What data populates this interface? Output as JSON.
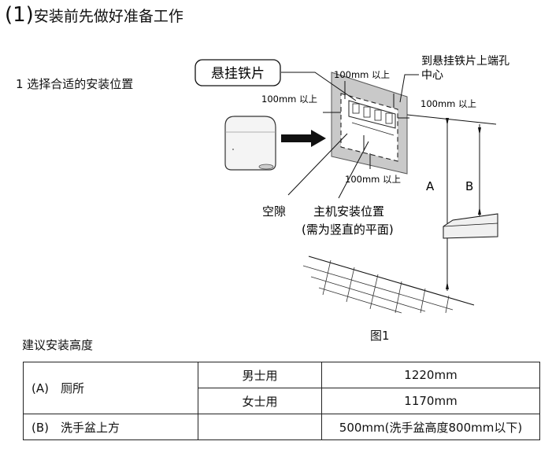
{
  "section": {
    "number": "(1)",
    "title": "安装前先做好准备工作"
  },
  "step": "1 选择合适的安装位置",
  "figure": {
    "bracket_label": "悬挂铁片",
    "clearance_top": "100mm 以上",
    "clearance_left": "100mm 以上",
    "clearance_right": "100mm 以上",
    "clearance_bottom": "100mm 以上",
    "hole_center_line1": "到悬挂铁片上端孔",
    "hole_center_line2": "中心",
    "dim_a": "A",
    "dim_b": "B",
    "gap_label": "空隙",
    "install_position": "主机安装位置",
    "install_note": "(需为竖直的平面)",
    "caption": "图1"
  },
  "height_section_title": "建议安装高度",
  "table": {
    "rows": [
      {
        "label": "(A)　厕所",
        "sub1": "男士用",
        "val1": "1220mm",
        "sub2": "女士用",
        "val2": "1170mm"
      },
      {
        "label": "(B)　洗手盆上方",
        "sub": "",
        "val": "500mm(洗手盆高度800mm以下)"
      }
    ]
  }
}
